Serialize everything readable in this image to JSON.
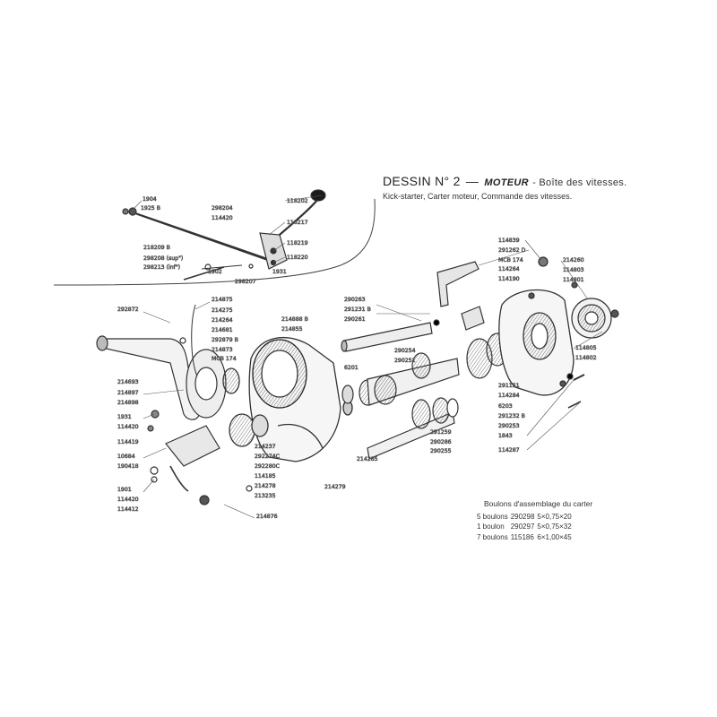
{
  "header": {
    "dessin_label": "DESSIN N° 2",
    "dash": "—",
    "section": "MOTEUR",
    "subtitle_part": "- Boîte des vitesses.",
    "line2": "Kick-starter, Carter moteur, Commande des vitesses."
  },
  "bolts_table": {
    "title": "Boulons d'assemblage du carter",
    "rows": [
      {
        "qty": "5 boulons",
        "ref": "290298",
        "size": "5×0,75×20"
      },
      {
        "qty": "1 boulon",
        "ref": "290297",
        "size": "5×0,75×32"
      },
      {
        "qty": "7 boulons",
        "ref": "115186",
        "size": "6×1,00×45"
      }
    ]
  },
  "references": [
    "1904",
    "1925 B",
    "298204",
    "114420",
    "118202",
    "118217",
    "218209 B",
    "298208 (sup\")",
    "298213 (inf\")",
    "1902",
    "1931",
    "298207",
    "118219",
    "118220",
    "292872",
    "214875",
    "214275",
    "214264",
    "214681",
    "292879 B",
    "214873",
    "MCB 174",
    "214888 B",
    "214855",
    "214693",
    "214897",
    "214898",
    "1931",
    "114420",
    "114419",
    "10684",
    "190418",
    "1901",
    "114420",
    "114412",
    "214237",
    "292274C",
    "292280C",
    "114185",
    "214278",
    "213235",
    "214876",
    "214279",
    "290263",
    "291231 B",
    "290261",
    "6201",
    "290254",
    "290251",
    "214285",
    "291259",
    "290286",
    "290255",
    "114839",
    "291262 D",
    "MCB 174",
    "114264",
    "114190",
    "214260",
    "114803",
    "114801",
    "114805",
    "114802",
    "291151",
    "114284",
    "6203",
    "291232 B",
    "290253",
    "1843",
    "114287"
  ]
}
